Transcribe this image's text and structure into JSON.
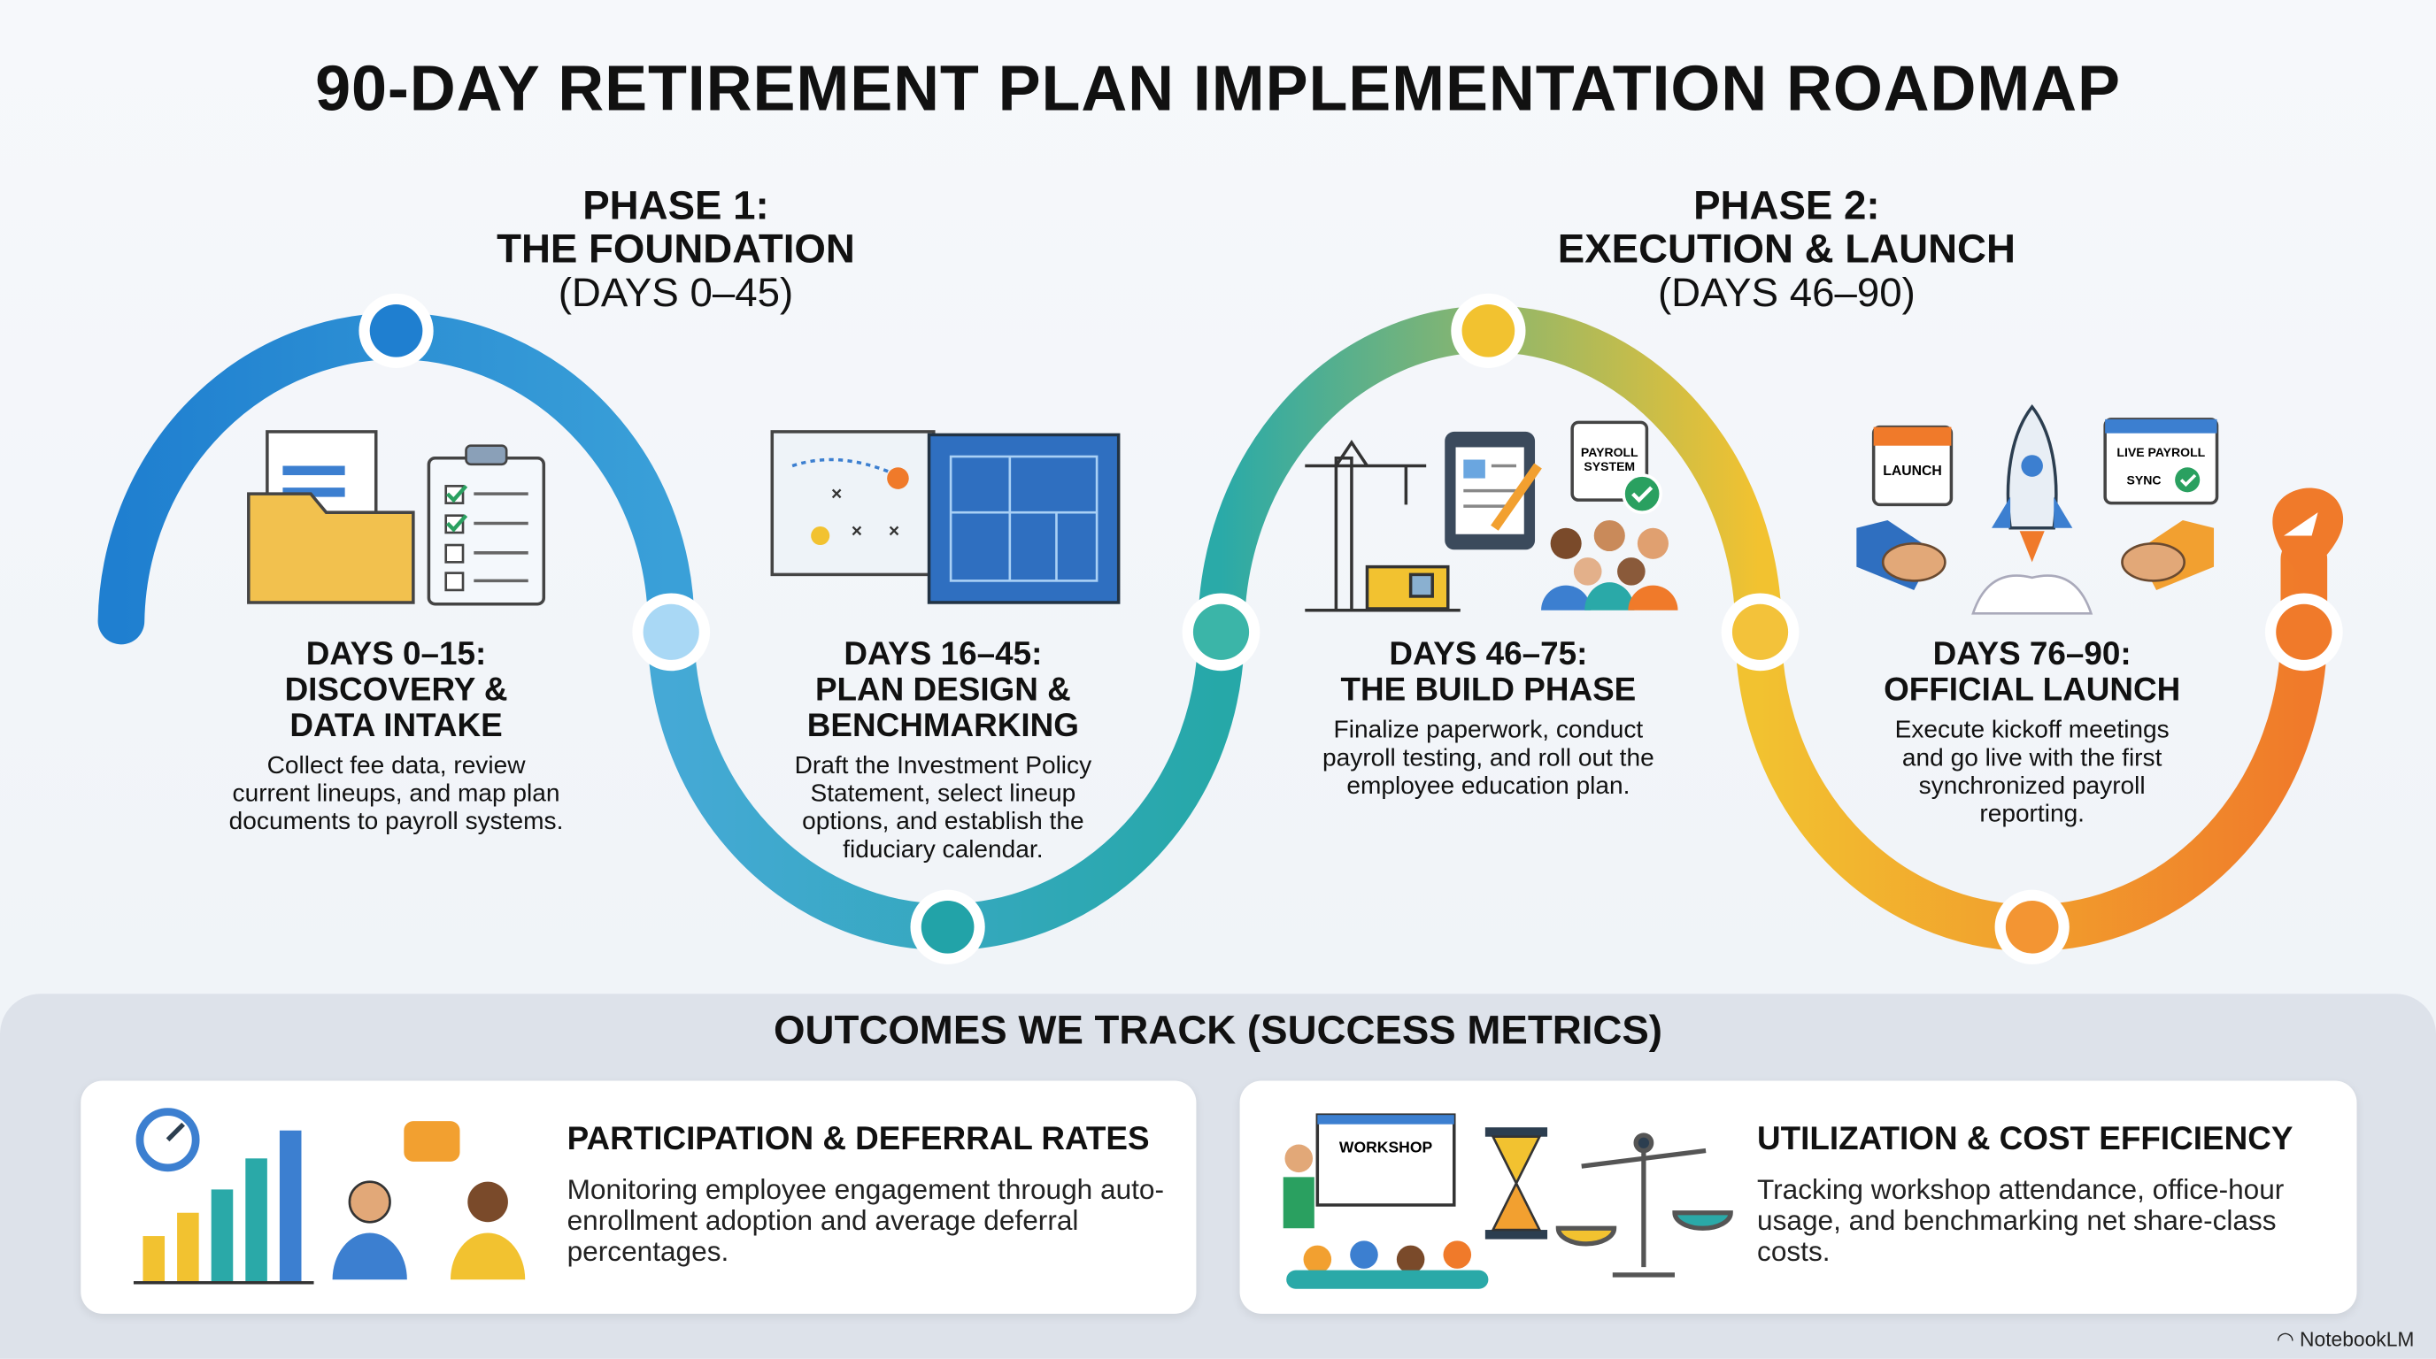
{
  "title": "90-DAY RETIREMENT PLAN IMPLEMENTATION ROADMAP",
  "phases": [
    {
      "label": "PHASE 1:",
      "name": "THE FOUNDATION",
      "days": "(DAYS 0–45)"
    },
    {
      "label": "PHASE 2:",
      "name": "EXECUTION & LAUNCH",
      "days": "(DAYS 46–90)"
    }
  ],
  "steps": [
    {
      "title_1": "DAYS 0–15:",
      "title_2": "DISCOVERY &",
      "title_3": "DATA INTAKE",
      "body": "Collect fee data, review current lineups, and map plan documents to payroll systems."
    },
    {
      "title_1": "DAYS 16–45:",
      "title_2": "PLAN DESIGN &",
      "title_3": "BENCHMARKING",
      "body": "Draft the Investment Policy Statement, select lineup options, and establish the fiduciary calendar."
    },
    {
      "title_1": "DAYS 46–75:",
      "title_2": "THE BUILD PHASE",
      "body": "Finalize paperwork, conduct payroll testing, and roll out the employee education plan."
    },
    {
      "title_1": "DAYS 76–90:",
      "title_2": "OFFICIAL LAUNCH",
      "body": "Execute kickoff meetings and go live with the first synchronized payroll reporting."
    }
  ],
  "icon_labels": {
    "payroll_system_1": "PAYROLL",
    "payroll_system_2": "SYSTEM",
    "launch": "LAUNCH",
    "live_sync_1": "LIVE PAYROLL",
    "live_sync_2": "SYNC",
    "workshop": "WORKSHOP"
  },
  "outcomes": {
    "heading": "OUTCOMES WE TRACK (SUCCESS METRICS)",
    "cards": [
      {
        "title": "PARTICIPATION & DEFERRAL RATES",
        "body": "Monitoring employee engagement through auto-enrollment adoption and average deferral percentages."
      },
      {
        "title": "UTILIZATION & COST EFFICIENCY",
        "body": "Tracking workshop attendance, office-hour usage, and benchmarking net share-class costs."
      }
    ]
  },
  "watermark": "NotebookLM",
  "colors": {
    "blue": "#1f7fd0",
    "light_blue": "#a9d8f5",
    "teal": "#22a3a8",
    "yellow": "#f2c230",
    "orange": "#f07a2a"
  }
}
